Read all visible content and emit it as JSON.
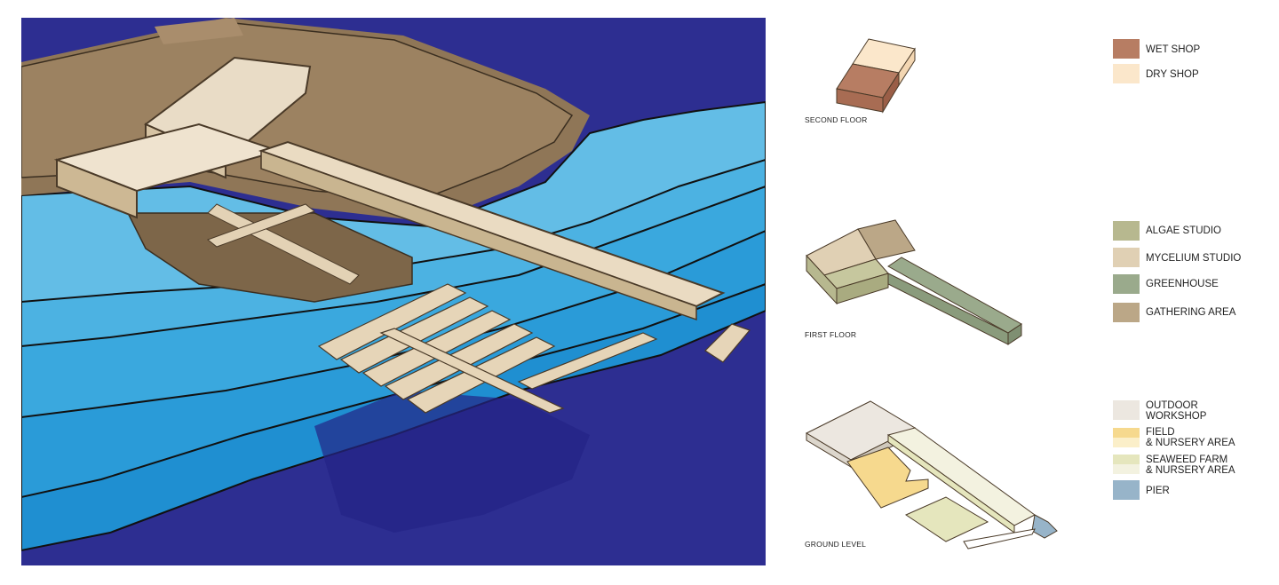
{
  "floors": {
    "second": {
      "label": "SECOND FLOOR"
    },
    "first": {
      "label": "FIRST FLOOR"
    },
    "ground": {
      "label": "GROUND LEVEL"
    }
  },
  "legend": {
    "wet_shop": {
      "label": "WET SHOP",
      "color": "#b77d63"
    },
    "dry_shop": {
      "label": "DRY SHOP",
      "color": "#fbe7cb"
    },
    "algae_studio": {
      "label": "ALGAE STUDIO",
      "color": "#b7b88f"
    },
    "mycelium_studio": {
      "label": "MYCELIUM STUDIO",
      "color": "#e0d0b4"
    },
    "greenhouse": {
      "label": "GREENHOUSE",
      "color": "#9aaa8c"
    },
    "gathering_area": {
      "label": "GATHERING AREA",
      "color": "#bba787"
    },
    "outdoor_workshop": {
      "label": "OUTDOOR\nWORKSHOP",
      "color": "#ece7e0"
    },
    "field_nursery": {
      "label": "FIELD\n& NURSERY AREA",
      "color_top": "#f6d98e",
      "color_bottom": "#fbefc9"
    },
    "seaweed_farm": {
      "label": "SEAWEED FARM\n& NURSERY AREA",
      "color_top": "#e5e6bd",
      "color_bottom": "#f3f2e0"
    },
    "pier": {
      "label": "PIER",
      "color": "#97b4c9"
    }
  }
}
